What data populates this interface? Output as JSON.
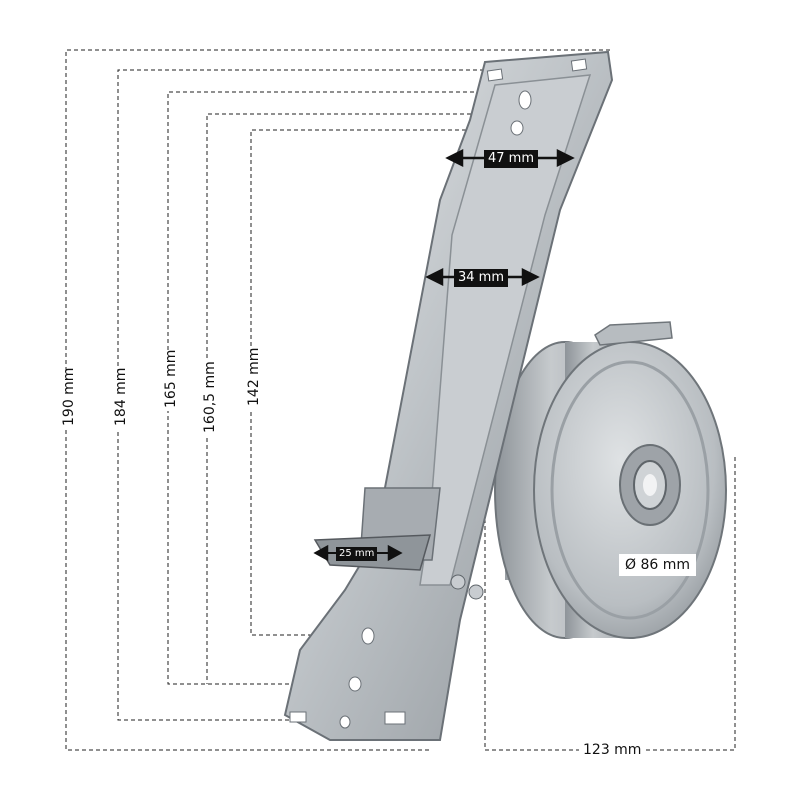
{
  "dimensions": {
    "h190": "190 mm",
    "h184": "184 mm",
    "h165": "165 mm",
    "h160": "160,5 mm",
    "h142": "142 mm",
    "w47": "47 mm",
    "w34": "34 mm",
    "w25": "25 mm",
    "diameter": "Ø 86 mm",
    "depth": "123 mm"
  },
  "colors": {
    "metal_light": "#d9dcdf",
    "metal_mid": "#b4b9be",
    "metal_dark": "#7d8389",
    "line": "#222222"
  }
}
